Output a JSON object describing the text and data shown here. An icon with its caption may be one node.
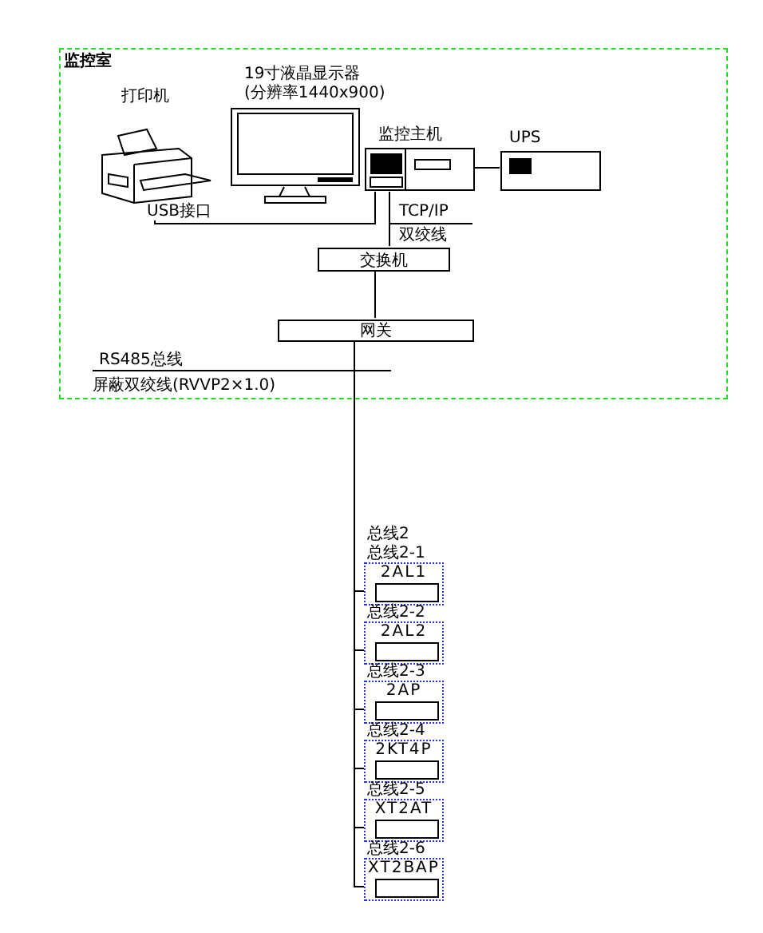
{
  "diagram": {
    "nodes": [
      {
        "text": [
          "监控室"
        ]
      },
      {
        "text": [
          "打印机"
        ],
        "in": 0
      },
      {
        "text": [
          "19寸液晶显示器",
          "(分辨率1440x900)"
        ],
        "in": 0
      },
      {
        "text": [
          "监控主机"
        ],
        "in": 0
      },
      {
        "text": [
          "UPS"
        ],
        "in": 0
      },
      {
        "text": [
          "交换机"
        ],
        "in": 0
      },
      {
        "text": [
          "网关"
        ],
        "in": 0
      },
      {
        "text": [
          "2AL1"
        ]
      },
      {
        "text": [],
        "shape": "box",
        "in": 7
      },
      {
        "text": [
          "2AL2"
        ]
      },
      {
        "text": [],
        "shape": "box",
        "in": 9
      },
      {
        "text": [
          "2AP"
        ]
      },
      {
        "text": [],
        "shape": "box",
        "in": 11
      },
      {
        "text": [
          "2KT4P"
        ]
      },
      {
        "text": [],
        "shape": "box",
        "in": 13
      },
      {
        "text": [
          "XT2AT"
        ]
      },
      {
        "text": [],
        "shape": "box",
        "in": 15
      },
      {
        "text": [
          "XT2BAP"
        ]
      },
      {
        "text": [],
        "shape": "box",
        "in": 17
      }
    ],
    "edges": [
      {
        "from": 3,
        "to": 1,
        "arrow": "none",
        "label": "USB接口"
      },
      {
        "from": 3,
        "to": 4,
        "arrow": "none"
      },
      {
        "from": 3,
        "to": 5,
        "arrow": "none",
        "label": "TCP/IP"
      },
      {
        "from": 5,
        "to": 6,
        "arrow": "none"
      },
      {
        "from": 6,
        "to": 8,
        "arrow": "none"
      },
      {
        "from": 6,
        "to": 10,
        "arrow": "none"
      },
      {
        "from": 6,
        "to": 12,
        "arrow": "none"
      },
      {
        "from": 6,
        "to": 14,
        "arrow": "none"
      },
      {
        "from": 6,
        "to": 16,
        "arrow": "none"
      },
      {
        "from": 6,
        "to": 18,
        "arrow": "none"
      }
    ],
    "labels": [
      "双绞线",
      "RS485总线",
      "屏蔽双绞线(RVVP2×1.0)",
      "总线2",
      "总线2-1",
      "总线2-2",
      "总线2-3",
      "总线2-4",
      "总线2-5",
      "总线2-6"
    ]
  }
}
